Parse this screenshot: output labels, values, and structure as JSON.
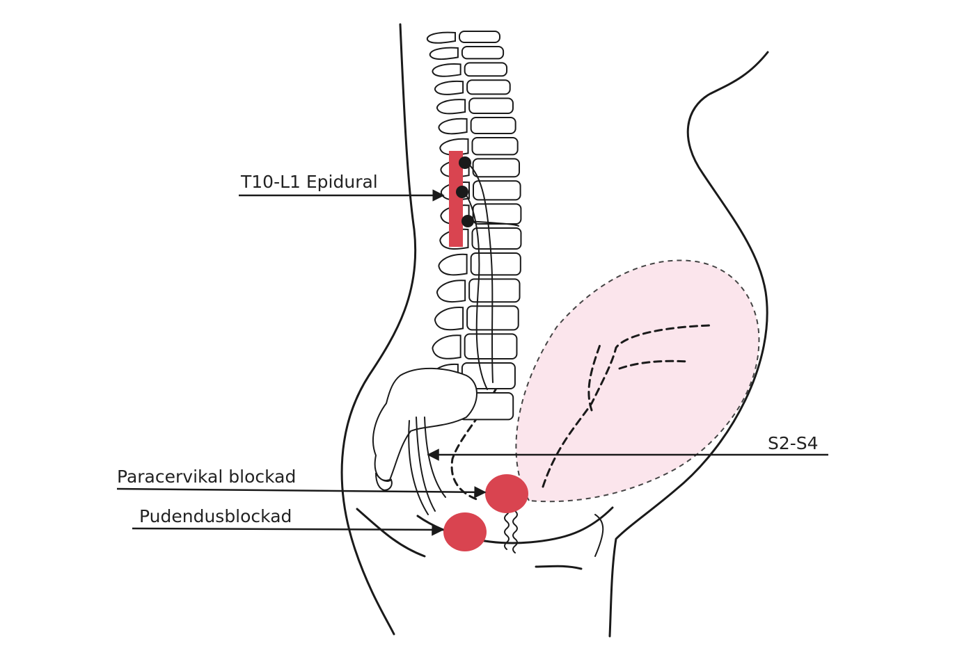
{
  "labels": {
    "epidural": "T10-L1 Epidural",
    "s2s4": "S2-S4",
    "paracervical": "Paracervikal blockad",
    "pudendus": "Pudendusblockad"
  },
  "colors": {
    "block_red": "#d94450",
    "uterus_fill": "#fbe5ec",
    "line": "#1a1a1a"
  }
}
